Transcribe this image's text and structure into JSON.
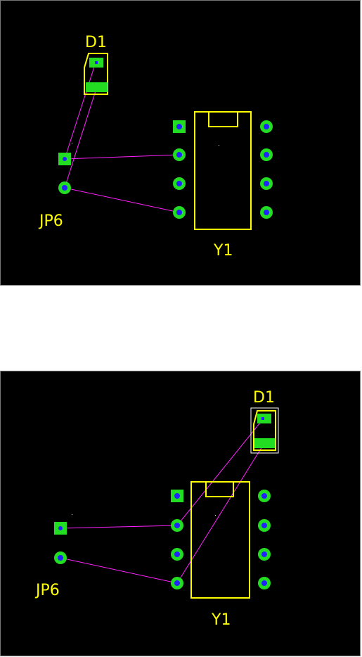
{
  "colors": {
    "background": "#000000",
    "silkscreen": "#ffff00",
    "pad": "#22dd22",
    "drill": "#2222ff",
    "ratsnest": "#ff22ff",
    "selection": "#ffffff"
  },
  "top_view": {
    "labels": {
      "d1": "D1",
      "jp6": "JP6",
      "y1": "Y1"
    }
  },
  "bottom_view": {
    "labels": {
      "d1": "D1",
      "jp6": "JP6",
      "y1": "Y1"
    },
    "d1_selected": true
  }
}
